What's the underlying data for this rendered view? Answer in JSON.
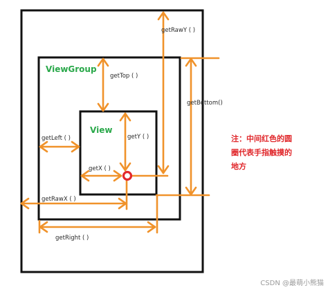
{
  "colors": {
    "box": "#111111",
    "arrow": "#f0922a",
    "touch": "#e3282c",
    "green": "#2aa84a",
    "note": "#e0262a"
  },
  "boxes": {
    "viewgroup": "ViewGroup",
    "view": "View"
  },
  "labels": {
    "getRawY": "getRawY ( )",
    "getTop": "getTop ( )",
    "getBottom": "getBottom()",
    "getY": "getY ( )",
    "getLeft": "getLeft ( )",
    "getX": "getX ( )",
    "getRawX": "getRawX ( )",
    "getRight": "getRight ( )"
  },
  "note": {
    "line1": "注：中间红色的圆",
    "line2": "圈代表手指触摸的",
    "line3": "地方"
  },
  "watermark": "CSDN @最萌小熊猫"
}
